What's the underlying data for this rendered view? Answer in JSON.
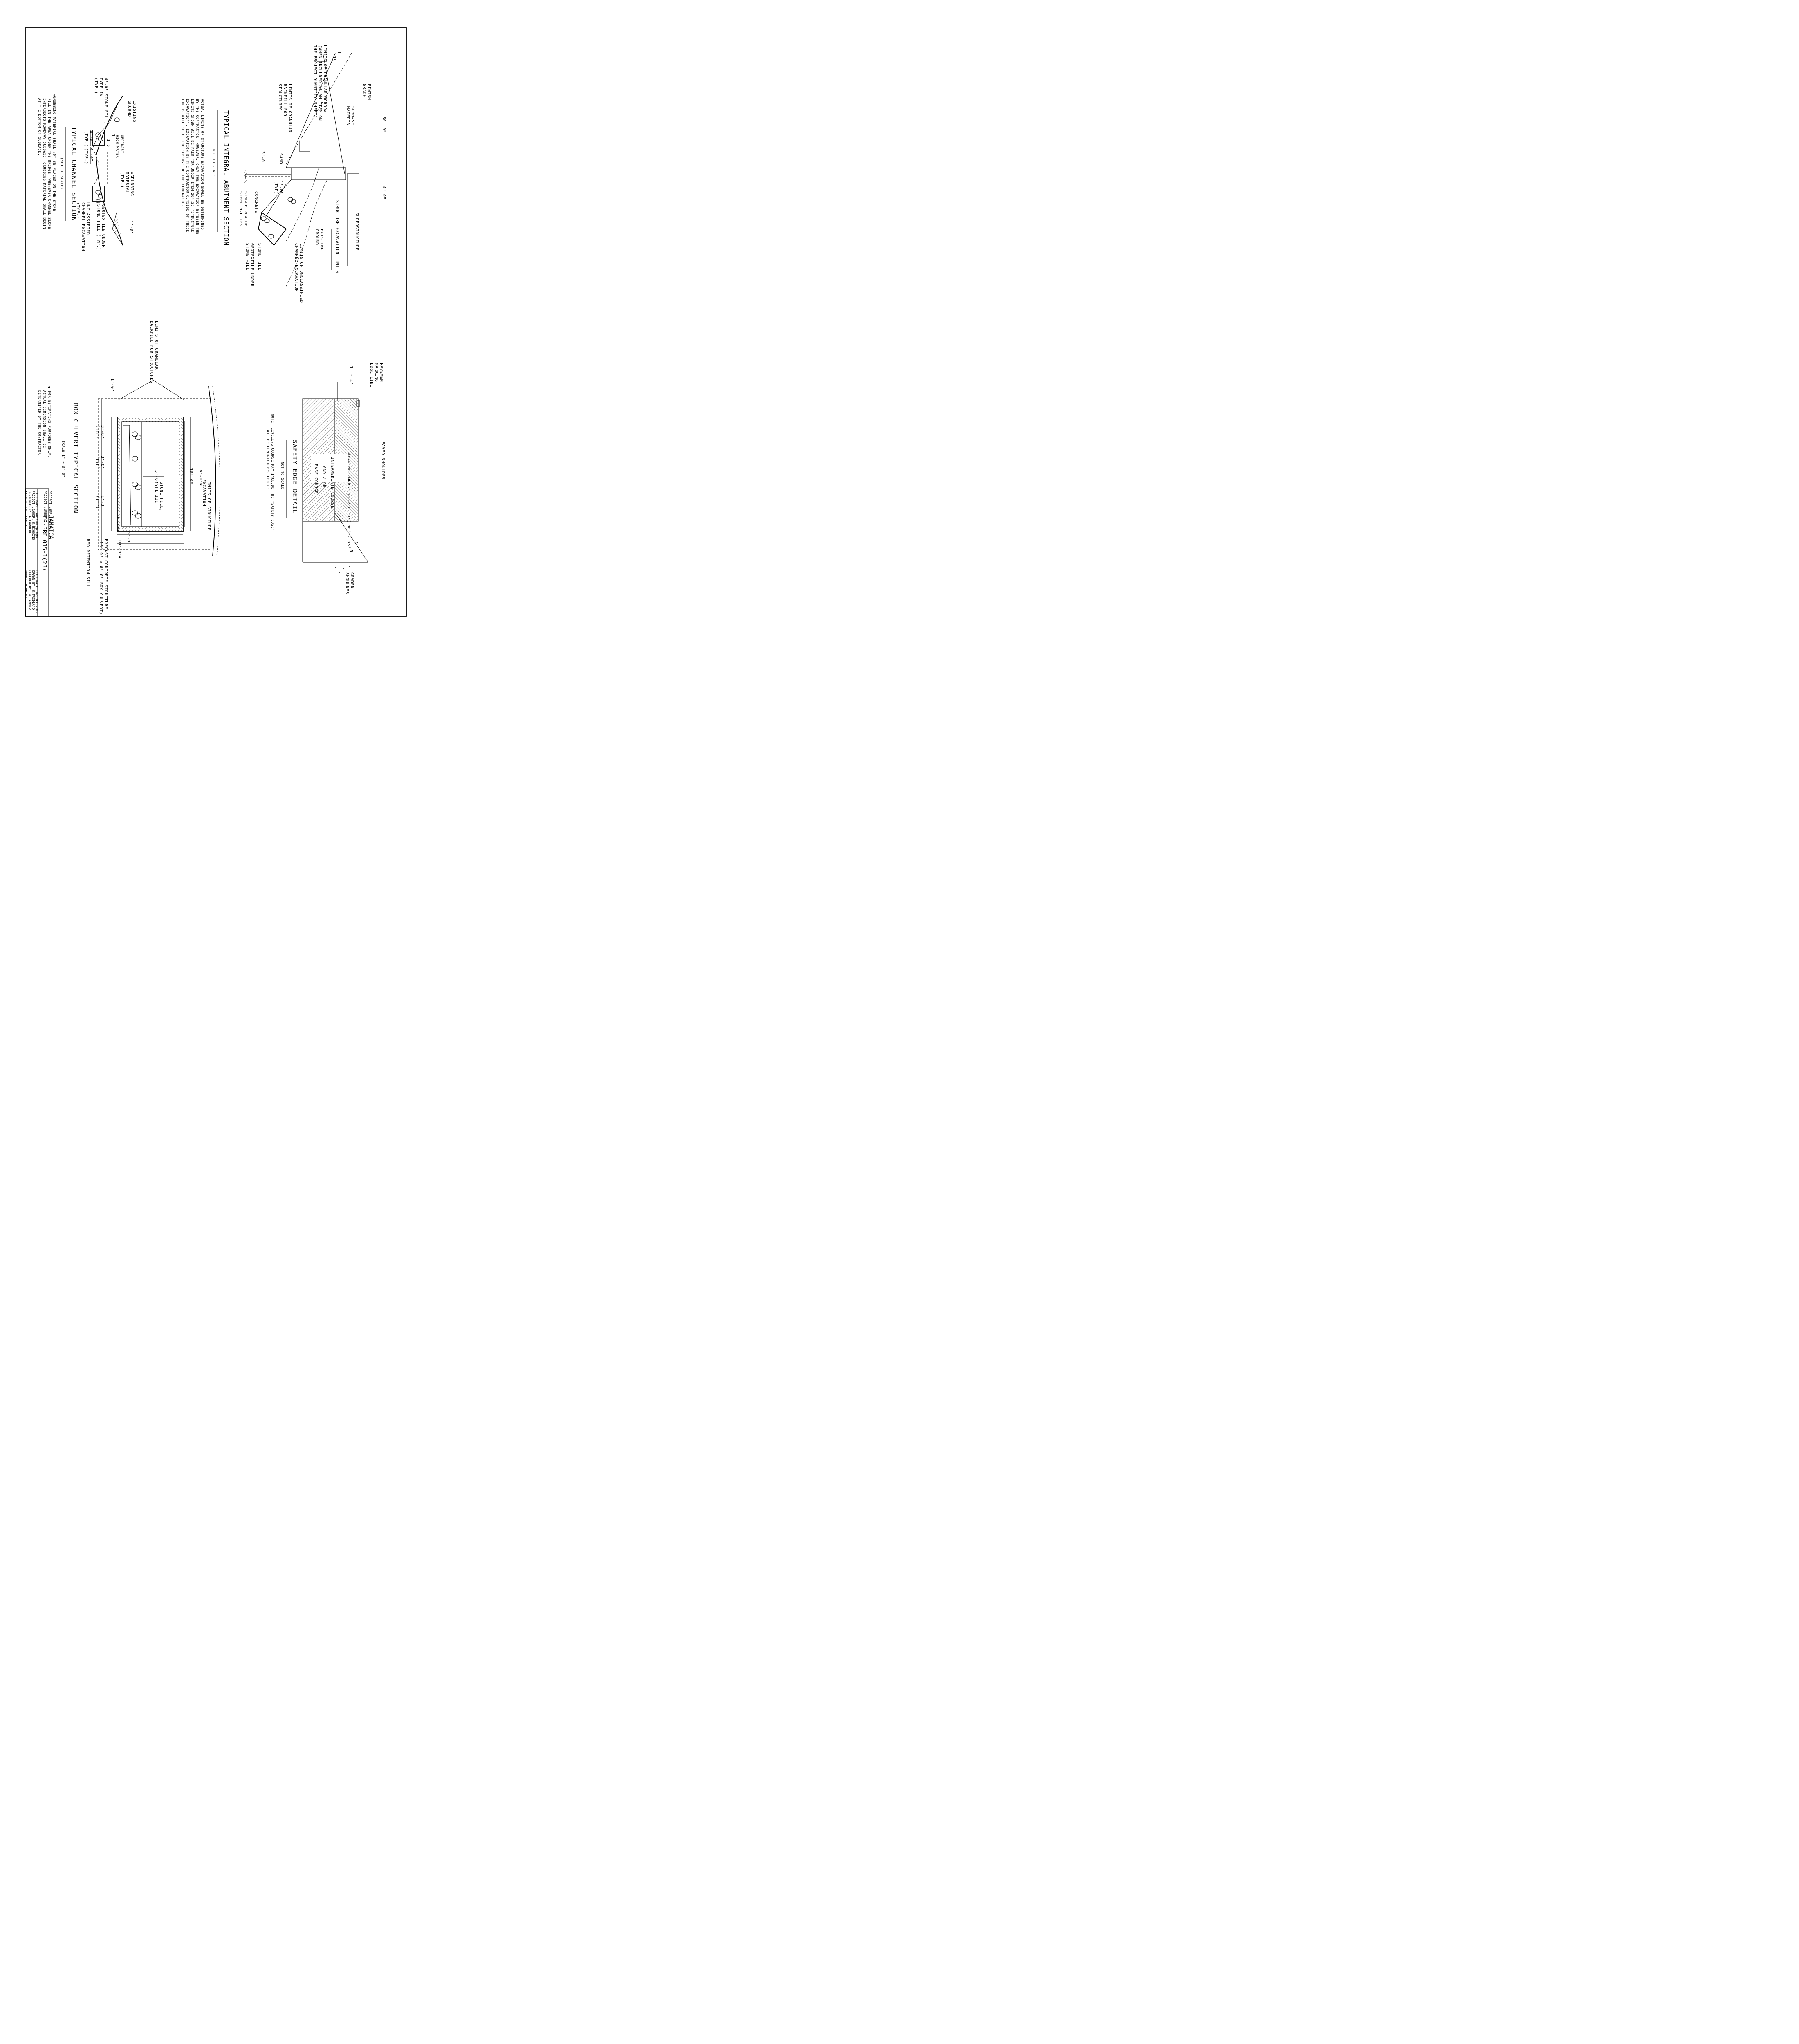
{
  "abutment": {
    "title": "TYPICAL INTEGRAL ABUTMENT SECTION",
    "subtitle": "NOT TO SCALE",
    "note": [
      "ACTUAL LIMITS OF STRUCTURE EXCAVATION SHALL BE DETERMINED",
      "BY THE CONTRACTOR. HOWEVER, ONLY THE EXCAVATION BETWEEN THE",
      "LIMITS SHOWN WILL BE PAID FOR UNDER ITEM 204.25 \"STRUCTURE",
      "EXCAVATION\". EXCAVATION BY THE CONTRACTOR OUTSIDE OF THESE",
      "LIMITS WILL BE AT THE EXPENSE OF THE CONTRACTOR."
    ],
    "labels": {
      "finish_grade": [
        "FINISH",
        "GRADE"
      ],
      "granular_borrow": [
        "LIMITS OF GRANULAR BORROW",
        "(WHEN INCLUDED AS AN ITEM ON",
        "THE PROJECT QUANTITY SHEET)"
      ],
      "subbase": [
        "SUBBASE",
        "MATERIAL"
      ],
      "backfill": [
        "LIMITS OF GRANULAR",
        "BACKFILL FOR",
        "STRUCTURES"
      ],
      "dim_50": "50'-0\"",
      "dim_4": "4'-0\"",
      "superstructure": "SUPERSTRUCTURE",
      "struct_exc": "STRUCTURE EXCAVATION LIMITS",
      "existing_ground": [
        "EXISTING",
        "GROUND"
      ],
      "unclass": [
        "LIMITS OF UNCLASSIFIED",
        "CHANNEL EXCAVATION"
      ],
      "stone_fill": "STONE FILL",
      "geotextile": [
        "GEOTEXTILE UNDER",
        "STONE FILL"
      ],
      "concrete": "CONCRETE",
      "piles": [
        "SINGLE ROW OF",
        "STEEL H-PILES"
      ],
      "sand": "SAND",
      "dim_3": "3'-0\"",
      "dim_16": [
        "1'-6\"",
        "(TYP)"
      ],
      "slope_a": "1",
      "slope_b": "1½"
    }
  },
  "channel": {
    "title": "TYPICAL CHANNEL SECTION",
    "subtitle": "(NOT TO SCALE)",
    "note": [
      "✱GRUBBING MATERIAL SHALL NOT BE PLACED ON THE STONE",
      "FILL IN THE AREA UNDER THE BRIDGE. WHENEVER CHANNEL SLOPE",
      "INTERSECTS ROADWAY SUBBASE, GRUBBING MATERIAL SHALL BEGIN",
      "AT THE BOTTOM OF SUBBASE."
    ],
    "labels": {
      "existing_ground": [
        "EXISTING",
        "GROUND"
      ],
      "stone_fill": [
        "4'-0\" STONE FILL,",
        "TYPE IV",
        "(TYP.)"
      ],
      "ordinary": [
        "ORDINARY",
        "HIGH WATER"
      ],
      "grubbing": [
        "✱GRUBBING",
        "MATERIAL",
        "(TYP.)"
      ],
      "dim_8": [
        "8'-0\"",
        "(TYP.)"
      ],
      "dim_4": [
        "4'-0\"",
        "(TYP.)"
      ],
      "dim_1": "1'-0\"",
      "slope": "1.5",
      "slope_b": "1",
      "geotextile": [
        "GEOTEXTILE UNDER",
        "STONE FILL (TYP.)"
      ],
      "unclass": [
        "UNCLASSIFIED",
        "CHANNEL EXCAVATION",
        "(TYP.)"
      ]
    }
  },
  "safety": {
    "title": "SAFETY EDGE DETAIL",
    "subtitle": "NOT TO SCALE",
    "note": [
      "NOTE: LEVELING COURSE MAY INCLUDE THE \"SAFETY EDGE\"",
      "AT THE CONTRACTOR'S CHOICE."
    ],
    "labels": {
      "paved_shoulder": "PAVED SHOULDER",
      "pavement_marking": [
        "PAVEMENT",
        "MARKING",
        "EDGE LINE"
      ],
      "dim_1_4": "1' - 4\"",
      "wearing": "WEARING COURSE (1-2 LIFTS)",
      "intermediate": "INTERMEDIATE COURSE",
      "and_or": "AND / OR",
      "base": "BASE COURSE",
      "angle": "30° - 35°",
      "graded": [
        "GRADED",
        "SHOULDER"
      ],
      "slope_a": "1",
      "slope_b": "5"
    }
  },
  "culvert": {
    "title": "BOX CULVERT TYPICAL SECTION",
    "subtitle": "SCALE 1\" = 3'-0\"",
    "note": [
      "✱ FOR ESTIMATING PURPOSES ONLY.",
      "ACTUAL DIMENSION SHALL BE",
      "DETERMINED BY THE CONTRACTOR"
    ],
    "labels": {
      "backfill": [
        "LIMITS OF GRANULAR",
        "BACKFILL FOR STRUCTURES"
      ],
      "dim_1_0": "1'-0\"",
      "dim_3a": [
        "3'-0\"",
        "(TYP)"
      ],
      "dim_3b": [
        "3'-0\"",
        "(TYP)"
      ],
      "dim_5": "5'-0\"",
      "dim_18": "18'-0\"✱",
      "dim_16": "16'-0\"",
      "stone_fill": [
        "STONE FILL,",
        "TYPE III"
      ],
      "dim_1_typ": [
        "1'-0\"",
        "(TYP)"
      ],
      "dim_1_star": "1'-0\"✱",
      "dim_8": "8'-0\"",
      "dim_10": "10'-0\"✱",
      "limits_exc": [
        "LIMITS OF STRUCTURE",
        "EXCAVATION"
      ],
      "precast": [
        "PRECAST CONCRETE STRUCTURE",
        "(16'-0\" x 8'-0\" BOX CULVERT)"
      ],
      "bed_sill": "BED RETENTION SILL"
    }
  },
  "title_block": {
    "project_name_label": "PROJECT NAME:",
    "project_name": "JAMAICA",
    "project_number_label": "PROJECT NUMBER:",
    "project_number": "ER-BRF 015-1(23)",
    "file_name": "FILE NAME: s8b316typ.dgn",
    "project_leader": "PROJECT LEADER: K.HIGGINS",
    "designed_by": "DESIGNED BY: G.LAROCHE",
    "sheet_title": "TYPICAL SECTIONS 2",
    "plot_date": "PLOT DATE: 07-DEC-2012",
    "drawn_by": "DRAWN BY: K.FREDLAND",
    "checked_by": "CHECKED BY: W.LAMMER",
    "sheet": "SHEET  10  OF  82"
  }
}
